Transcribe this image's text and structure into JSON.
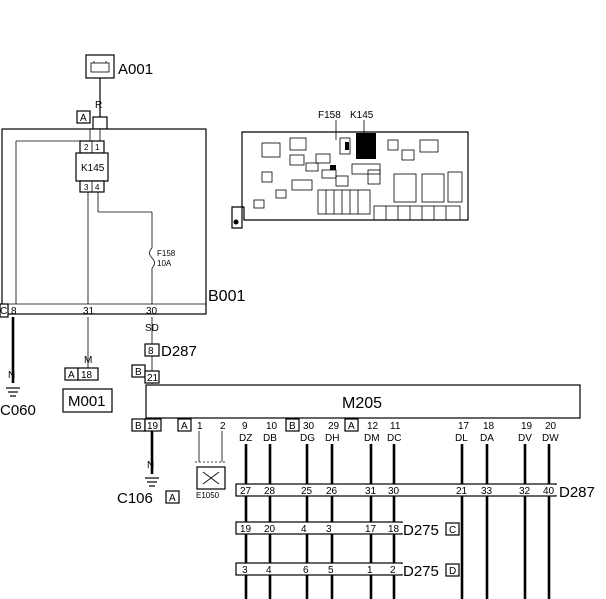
{
  "components": {
    "battery": "A001",
    "body_computer": "B001",
    "relay": "K145",
    "fuse": "F158",
    "fuse_rating": "10A",
    "module": "M205",
    "motor": "M001",
    "diag": "E1050",
    "ground_left": "C060",
    "ground_mid": "C106",
    "conn_d287": "D287",
    "conn_d287_right": "D287",
    "conn_d275_c": "D275",
    "conn_d275_d": "D275"
  },
  "connector_letters": {
    "a_top": "A",
    "c_left": "C",
    "b_d287": "B",
    "a_motor": "A",
    "b_m205_left": "B",
    "a_m205_mid": "A",
    "b_m205_mid": "B",
    "a_m205_right": "A",
    "a_c106": "A",
    "c_d275": "C",
    "d_d275": "D"
  },
  "inset": {
    "f158": "F158",
    "k145": "K145"
  },
  "wires": {
    "r": "R",
    "n_left": "N",
    "m": "M",
    "sd": "SD",
    "n_mid": "N"
  },
  "pins": {
    "relay": [
      "2",
      "1",
      "3",
      "4"
    ],
    "b001_bottom": [
      "8",
      "31",
      "30"
    ],
    "d287_pin": "8",
    "b_pin": "21",
    "motor_pin": "18",
    "m205_b_pin": "19",
    "m205_a_pins": [
      "1",
      "2"
    ],
    "m205_pins_top": [
      "9",
      "10",
      "30",
      "29",
      "12",
      "11",
      "17",
      "18",
      "19",
      "20"
    ],
    "m205_codes": [
      "DZ",
      "DB",
      "DG",
      "DH",
      "DM",
      "DC",
      "DL",
      "DA",
      "DV",
      "DW"
    ],
    "d287_row": [
      "27",
      "28",
      "25",
      "26",
      "31",
      "30",
      "21",
      "33",
      "32",
      "40"
    ],
    "d275c_row": [
      "19",
      "20",
      "4",
      "3",
      "17",
      "18"
    ],
    "d275d_row": [
      "3",
      "4",
      "6",
      "5",
      "1",
      "2"
    ]
  },
  "colors": {
    "line": "#000000",
    "background": "#ffffff"
  }
}
